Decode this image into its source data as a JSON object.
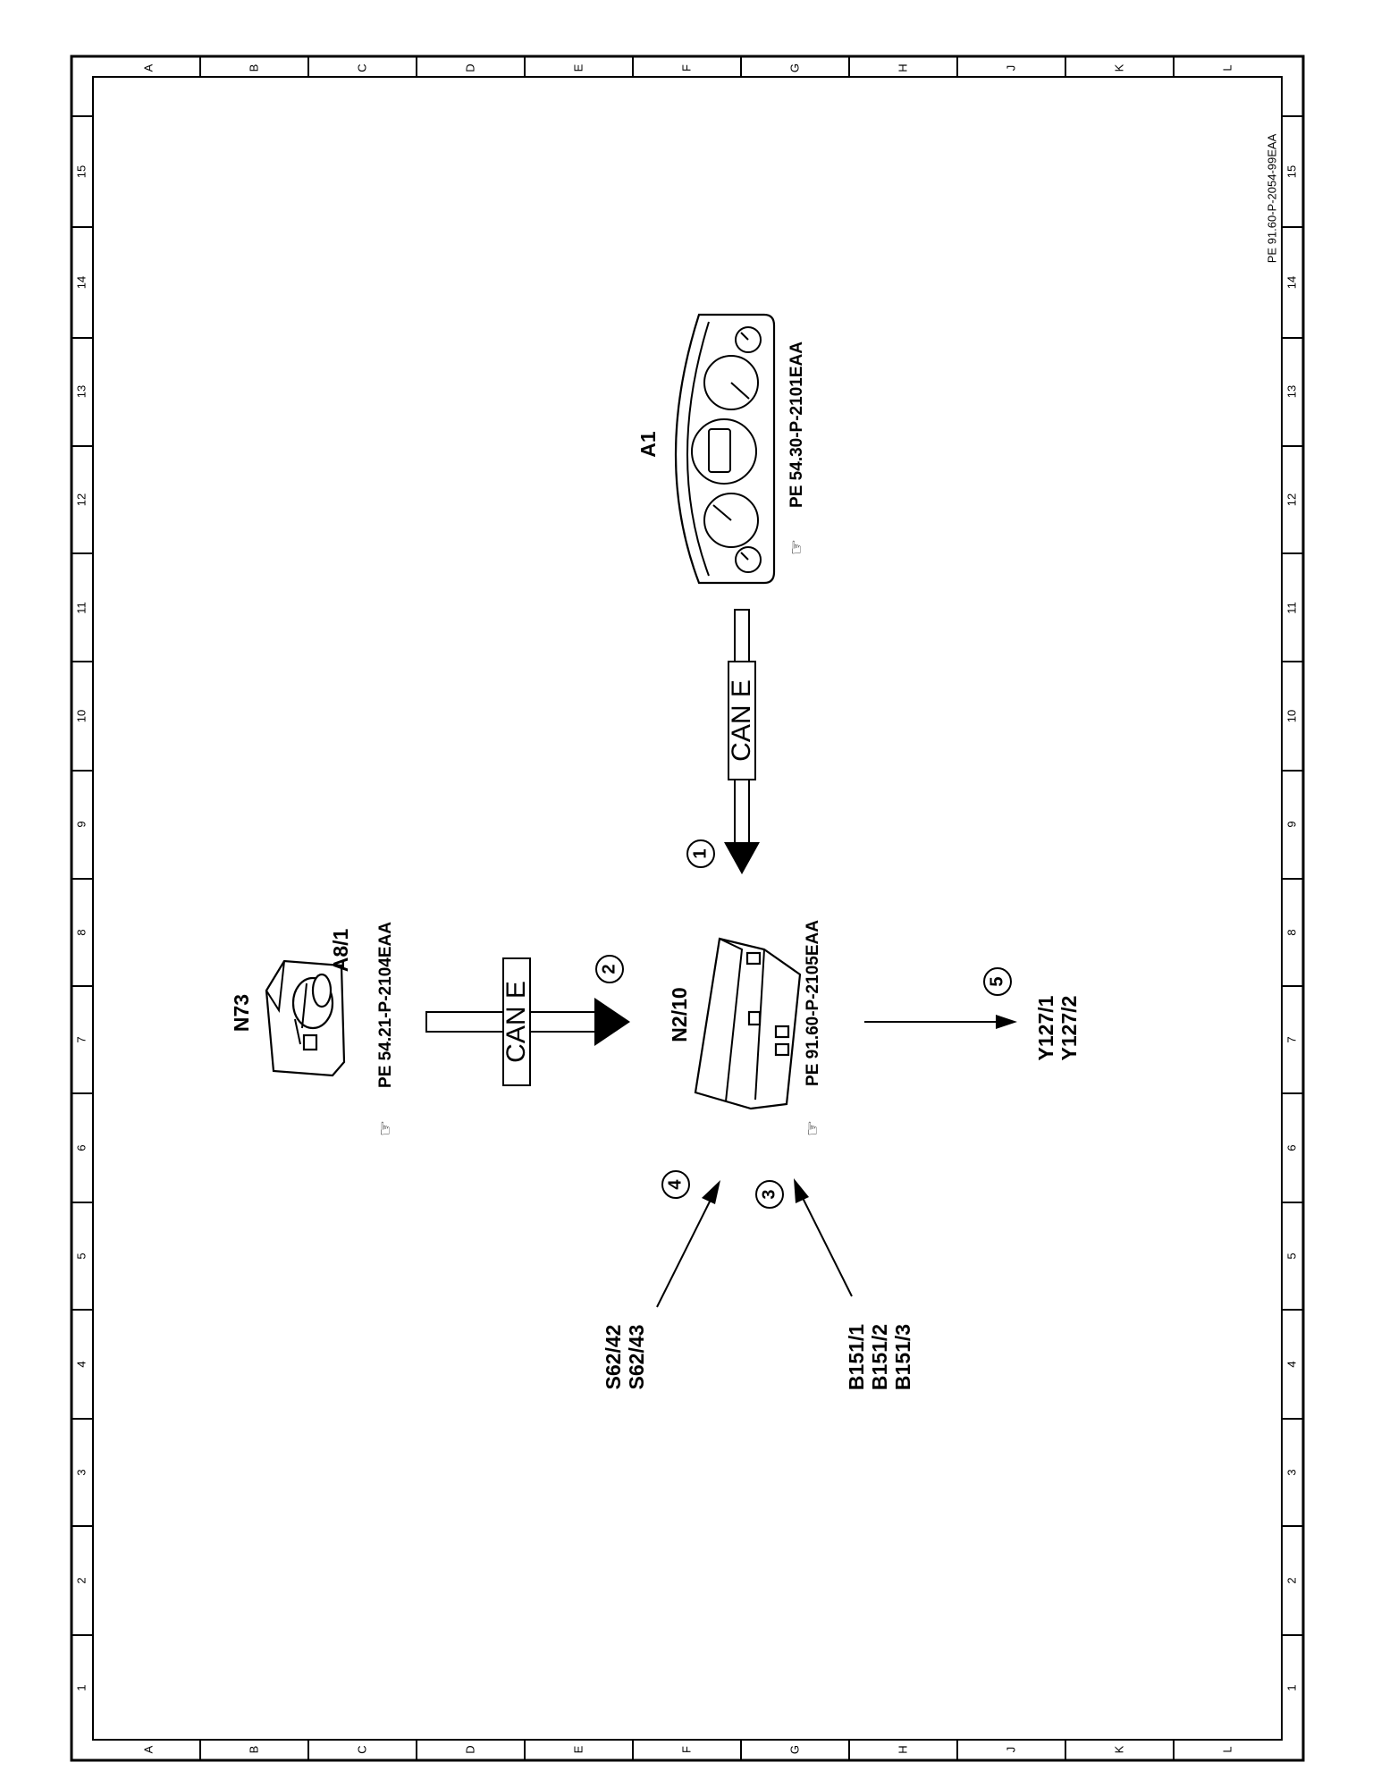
{
  "drawing": {
    "code": "PE 91.60-P-2054-99EAA",
    "zones_letters": [
      "A",
      "B",
      "C",
      "D",
      "E",
      "F",
      "G",
      "H",
      "J",
      "K",
      "L"
    ],
    "zones_numbers": [
      "15",
      "14",
      "13",
      "12",
      "11",
      "10",
      "9",
      "8",
      "7",
      "6",
      "5",
      "4",
      "3",
      "2",
      "1"
    ]
  },
  "components": {
    "a1": {
      "label": "A1",
      "ref": "PE 54.30-P-2101EAA"
    },
    "n73": {
      "label": "N73",
      "sublabel": "A8/1",
      "ref": "PE 54.21-P-2104EAA"
    },
    "n2_10": {
      "label": "N2/10",
      "ref": "PE 91.60-P-2105EAA"
    },
    "s62": {
      "lines": [
        "S62/42",
        "S62/43"
      ]
    },
    "b151": {
      "lines": [
        "B151/1",
        "B151/2",
        "B151/3"
      ]
    },
    "y127": {
      "lines": [
        "Y127/1",
        "Y127/2"
      ]
    }
  },
  "buses": {
    "can_top": "CAN E",
    "can_left": "CAN E"
  },
  "callouts": [
    "1",
    "2",
    "3",
    "4",
    "5"
  ]
}
